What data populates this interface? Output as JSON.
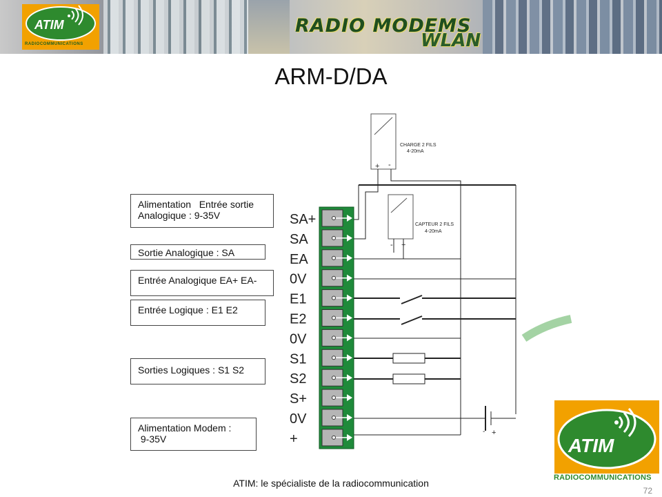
{
  "banner": {
    "title": "RADIO MODEMS",
    "subtitle": "WLAN",
    "logo_word": "ATIM",
    "logo_tagline": "RADIOCOMMUNICATIONS"
  },
  "page": {
    "title": "ARM-D/DA",
    "footer": "ATIM: le spécialiste de la radiocommunication",
    "number": "72"
  },
  "bottom_logo": {
    "word": "ATIM",
    "tagline": "RADIOCOMMUNICATIONS"
  },
  "diagram": {
    "boxes": [
      {
        "line1": "Alimentation   Entrée sortie",
        "line2": "Analogique : 9-35V"
      },
      {
        "line1": "Sortie Analogique : SA",
        "line2": ""
      },
      {
        "line1": "Entrée Analogique EA+ EA-",
        "line2": ""
      },
      {
        "line1": "Entrée Logique : E1 E2",
        "line2": ""
      },
      {
        "line1": "Sorties Logiques : S1 S2",
        "line2": ""
      },
      {
        "line1": "Alimentation Modem :",
        "line2": " 9-35V"
      }
    ],
    "terminals": [
      "SA+",
      "SA",
      "EA",
      "0V",
      "E1",
      "E2",
      "0V",
      "S1",
      "S2",
      "S+",
      "0V",
      "+"
    ],
    "charge": {
      "line1": "CHARGE 2 FILS",
      "line2": "4-20mA",
      "minus": "-",
      "plus": "+"
    },
    "capteur": {
      "line1": "CAPTEUR 2 FILS",
      "line2": "4-20mA",
      "minus": "-",
      "plus": "+"
    },
    "battery": {
      "minus": "-",
      "plus": "+"
    }
  },
  "colors": {
    "terminal_green": "#1f8a3a",
    "terminal_grey": "#b5b5b5",
    "atim_green": "#2e8a2e",
    "atim_orange": "#f2a100"
  }
}
